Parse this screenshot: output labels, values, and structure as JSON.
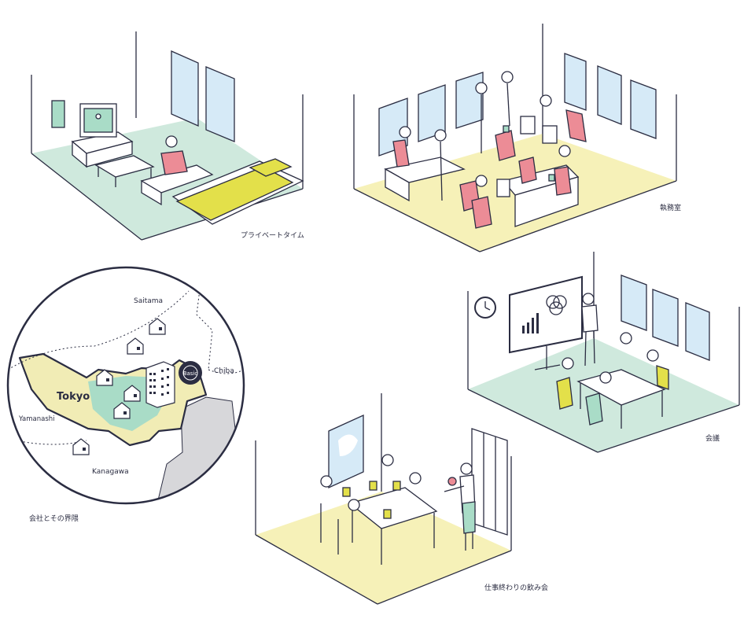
{
  "captions": {
    "private_time": "プライベートタイム",
    "office": "執務室",
    "meeting": "会議",
    "company_area": "会社とその界隈",
    "after_work": "仕事終わりの飲み会"
  },
  "map": {
    "labels": {
      "saitama": "Saitama",
      "chiba": "Chiba",
      "tokyo": "Tokyo",
      "yamanashi": "Yamanashi",
      "kanagawa": "Kanagawa",
      "logo": "Basic"
    }
  },
  "colors": {
    "outline": "#2b2d42",
    "mint_floor": "#cfe9dd",
    "cream_floor": "#f6f1b8",
    "window": "#d6eaf7",
    "pink": "#ec8c96",
    "yellow": "#e3e04a",
    "tokyo_fill": "#f1ecb5",
    "tokyo_green": "#a9dcc7",
    "sea": "#d7d7da"
  },
  "icons": {
    "clock": "clock-icon",
    "chart": "bar-chart-icon",
    "venn": "venn-diagram-icon",
    "house": "house-icon",
    "building": "office-building-icon"
  }
}
